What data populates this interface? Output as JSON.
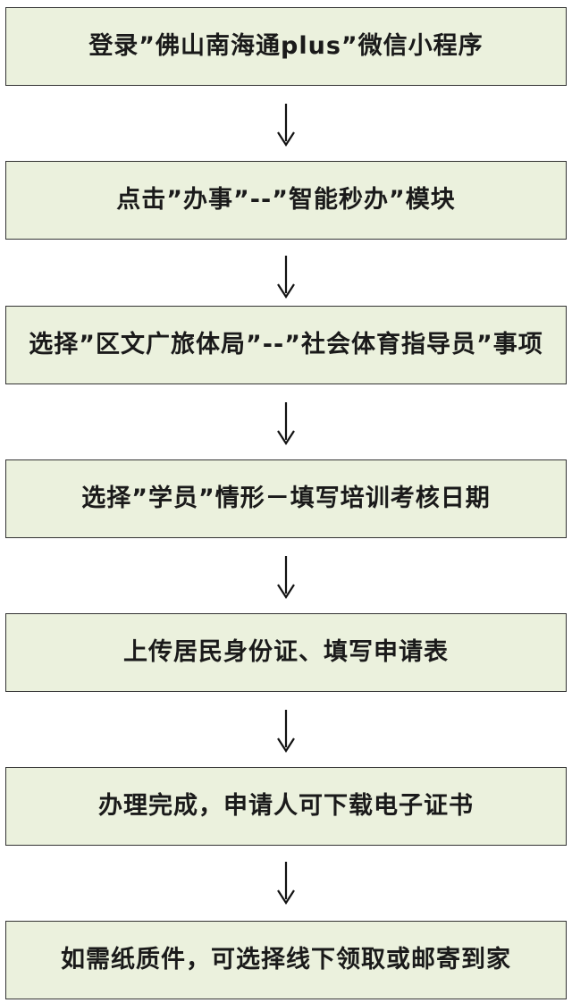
{
  "steps": [
    {
      "text": "登录”佛山南海通plus”微信小程序"
    },
    {
      "text": "点击”办事”--”智能秒办”模块"
    },
    {
      "text": "选择”区文广旅体局”--”社会体育指导员”事项"
    },
    {
      "text": "选择”学员”情形－填写培训考核日期"
    },
    {
      "text": "上传居民身份证、填写申请表"
    },
    {
      "text": "办理完成，申请人可下载电子证书"
    },
    {
      "text": "如需纸质件，可选择线下领取或邮寄到家"
    }
  ],
  "colors": {
    "box_fill": "#ebf1dd",
    "box_border": "#333333",
    "arrow": "#111111",
    "text": "#1a1a1a"
  }
}
